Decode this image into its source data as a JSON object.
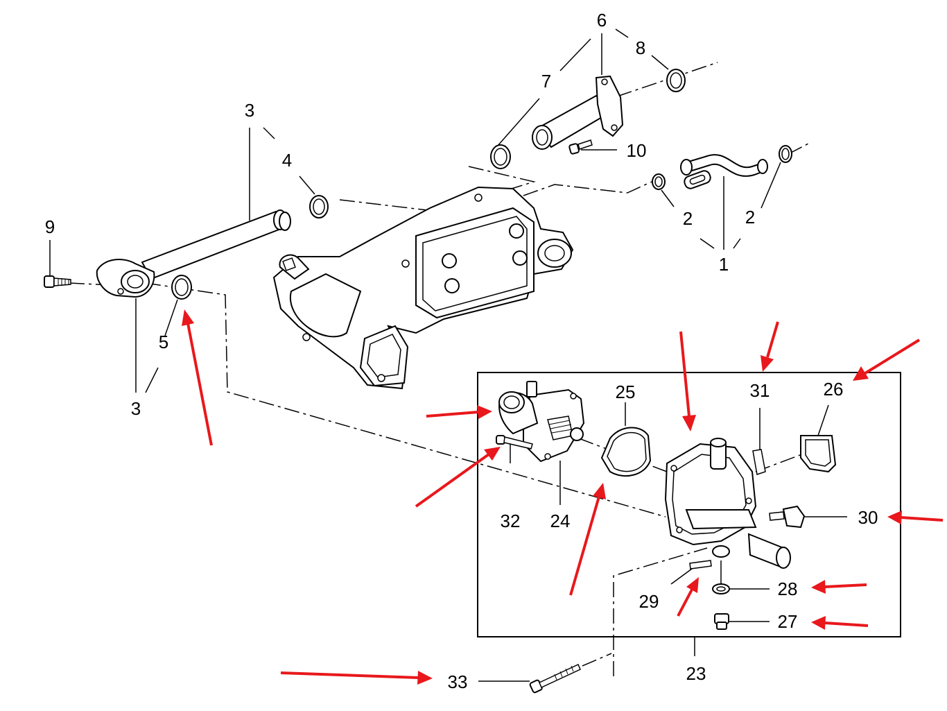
{
  "diagram": {
    "callouts": {
      "c1": "1",
      "c2a": "2",
      "c2b": "2",
      "c3a": "3",
      "c3b": "3",
      "c4": "4",
      "c5": "5",
      "c6": "6",
      "c7": "7",
      "c8": "8",
      "c9": "9",
      "c10": "10",
      "c23": "23",
      "c24": "24",
      "c25": "25",
      "c26": "26",
      "c27": "27",
      "c28": "28",
      "c29": "29",
      "c30": "30",
      "c31": "31",
      "c32": "32",
      "c33": "33"
    },
    "colors": {
      "line": "#000000",
      "highlight_arrow": "#e8181c",
      "background": "#ffffff"
    }
  }
}
